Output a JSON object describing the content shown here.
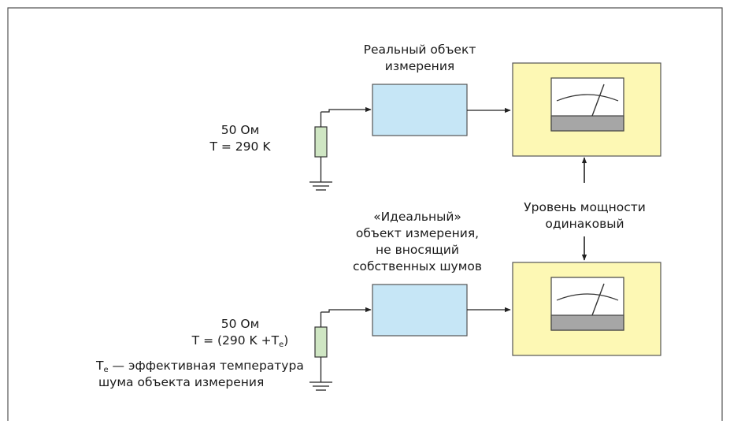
{
  "colors": {
    "frame": "#555555",
    "wire": "#222222",
    "dut_fill": "#c6e6f6",
    "meter_panel": "#fdf8b4",
    "meter_face": "#ffffff",
    "meter_scale": "#a6a6a6",
    "resistor_fill": "#cfe6c3"
  },
  "top": {
    "source_label": {
      "line1": "50 Ом",
      "line2": "T = 290 K"
    },
    "dut_label": {
      "line1": "Реальный объект",
      "line2": "измерения"
    }
  },
  "middle": {
    "power_label": {
      "line1": "Уровень мощности",
      "line2": "одинаковый"
    }
  },
  "bottom": {
    "source_label": {
      "line1": "50 Ом",
      "line2_prefix": "T = (290 K +T",
      "line2_sub": "e",
      "line2_suffix": ")"
    },
    "dut_label": {
      "line1": "«Идеальный»",
      "line2": "объект измерения,",
      "line3": "не вносящий",
      "line4": "собственных шумов"
    },
    "note": {
      "line1_prefix": "T",
      "line1_sub": "e",
      "line1_suffix": " — эффективная температура",
      "line2": "шума объекта измерения"
    }
  }
}
